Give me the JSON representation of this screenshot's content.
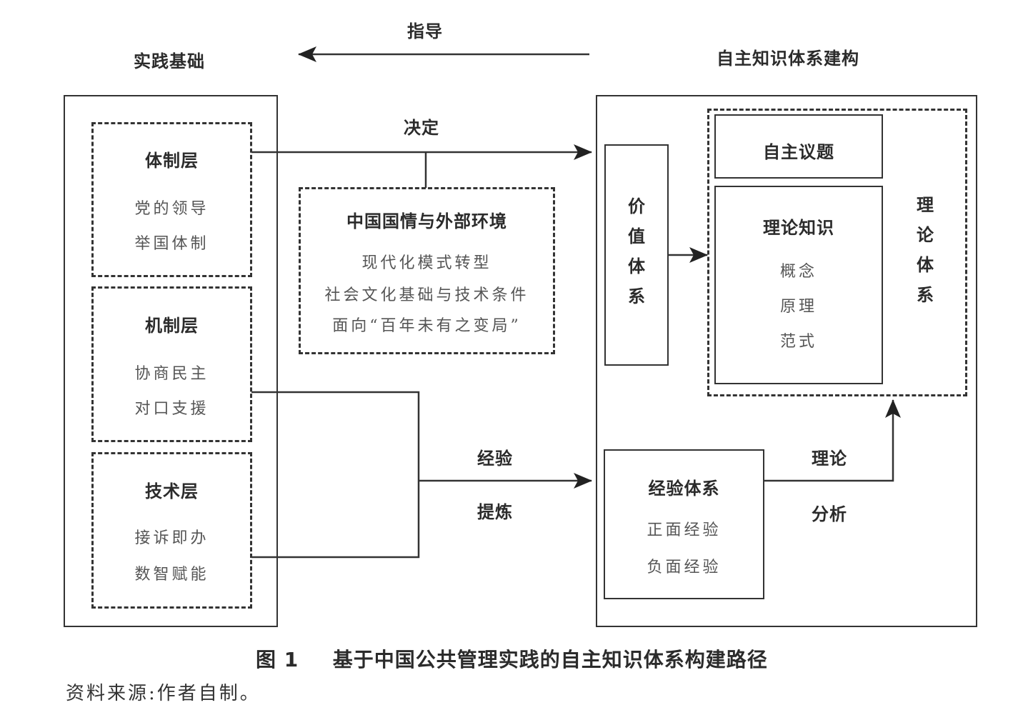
{
  "top": {
    "guide_label": "指导",
    "left_title": "实践基础",
    "right_title": "自主知识体系建构"
  },
  "left_panel": {
    "layers": [
      {
        "title": "体制层",
        "items": [
          "党的领导",
          "举国体制"
        ]
      },
      {
        "title": "机制层",
        "items": [
          "协商民主",
          "对口支援"
        ]
      },
      {
        "title": "技术层",
        "items": [
          "接诉即办",
          "数智赋能"
        ]
      }
    ]
  },
  "middle": {
    "decide_label": "决定",
    "context_box": {
      "title": "中国国情与外部环境",
      "items": [
        "现代化模式转型",
        "社会文化基础与技术条件",
        "面向“百年未有之变局”"
      ]
    },
    "experience_label_top": "经验",
    "experience_label_bottom": "提炼"
  },
  "right_panel": {
    "value_system": "价值体系",
    "autonomous_topics": "自主议题",
    "theory_knowledge": {
      "title": "理论知识",
      "items": [
        "概念",
        "原理",
        "范式"
      ]
    },
    "theory_system": "理论体系",
    "experience_system": {
      "title": "经验体系",
      "items": [
        "正面经验",
        "负面经验"
      ]
    },
    "analysis_label_top": "理论",
    "analysis_label_bottom": "分析"
  },
  "caption": {
    "figure_no": "图 1",
    "title": "基于中国公共管理实践的自主知识体系构建路径",
    "source": "资料来源:作者自制。"
  }
}
